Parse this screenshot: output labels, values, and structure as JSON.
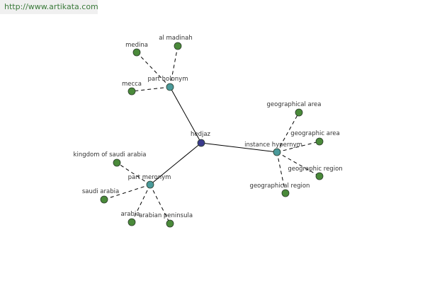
{
  "watermark": "http://www.artikata.com",
  "graph": {
    "colors": {
      "root": "#3a3a8c",
      "relation": "#4a9a9a",
      "leaf": "#4a8a3a",
      "node_stroke": "#2a3a2a",
      "edge": "#000000"
    },
    "root": {
      "id": "hedjaz",
      "label": "hedjaz"
    },
    "relations": [
      {
        "id": "part-holonym",
        "label": "part holonym"
      },
      {
        "id": "instance-hypernym",
        "label": "instance hypernym"
      },
      {
        "id": "part-meronym",
        "label": "part meronym"
      }
    ],
    "leaves": [
      {
        "id": "medina",
        "label": "medina",
        "relation": "part-holonym"
      },
      {
        "id": "al-madinah",
        "label": "al madinah",
        "relation": "part-holonym"
      },
      {
        "id": "mecca",
        "label": "mecca",
        "relation": "part-holonym"
      },
      {
        "id": "geographical-area",
        "label": "geographical area",
        "relation": "instance-hypernym"
      },
      {
        "id": "geographic-area",
        "label": "geographic area",
        "relation": "instance-hypernym"
      },
      {
        "id": "geographic-region",
        "label": "geographic region",
        "relation": "instance-hypernym"
      },
      {
        "id": "geographical-region",
        "label": "geographical region",
        "relation": "instance-hypernym"
      },
      {
        "id": "kingdom-of-saudi-arabia",
        "label": "kingdom of saudi arabia",
        "relation": "part-meronym"
      },
      {
        "id": "saudi-arabia",
        "label": "saudi arabia",
        "relation": "part-meronym"
      },
      {
        "id": "arabia",
        "label": "arabia",
        "relation": "part-meronym"
      },
      {
        "id": "arabian-peninsula",
        "label": "arabian peninsula",
        "relation": "part-meronym"
      }
    ]
  }
}
